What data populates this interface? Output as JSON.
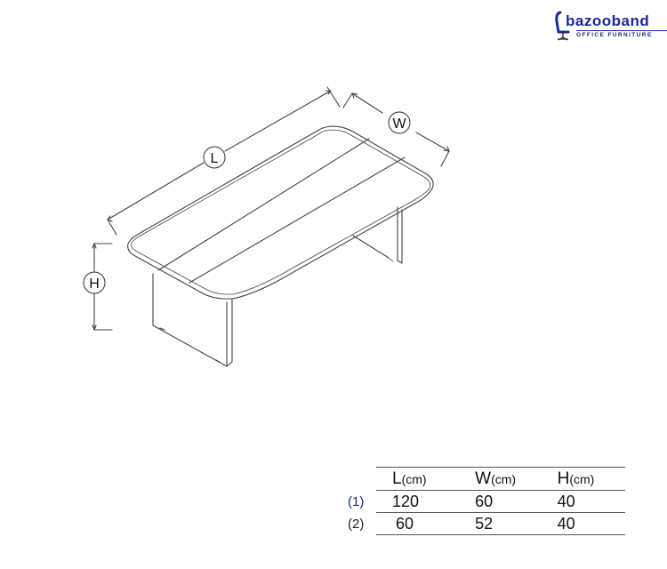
{
  "brand": {
    "name": "bazooband",
    "tagline": "OFFICE FURNITURE",
    "color": "#1a2a9a"
  },
  "diagram": {
    "subject": "conference table isometric drawing",
    "dimension_labels": {
      "length": "L",
      "width": "W",
      "height": "H"
    },
    "line_color": "#444444"
  },
  "spec_table": {
    "headers": [
      {
        "main": "L",
        "unit": "(cm)"
      },
      {
        "main": "W",
        "unit": "(cm)"
      },
      {
        "main": "H",
        "unit": "(cm)"
      }
    ],
    "rows": [
      {
        "label": "(1)",
        "values": [
          "120",
          "60",
          "40"
        ]
      },
      {
        "label": "(2)",
        "values": [
          "60",
          "52",
          "40"
        ]
      }
    ]
  }
}
